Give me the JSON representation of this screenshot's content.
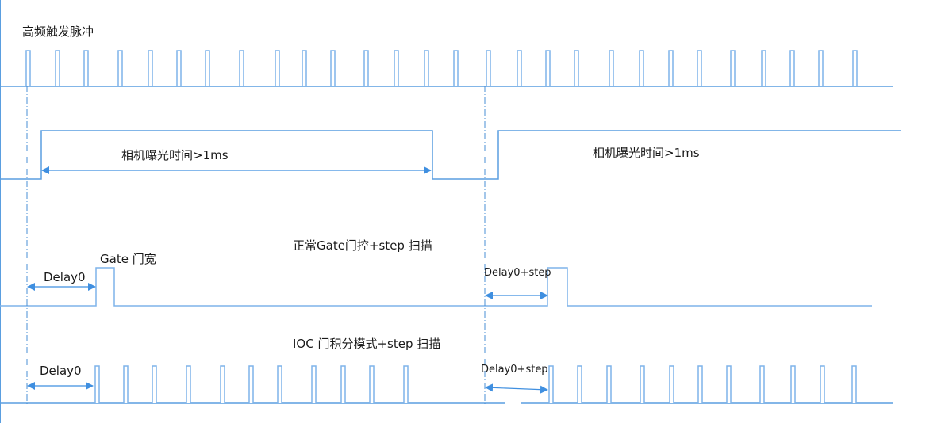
{
  "colors": {
    "signal": "#5a9ee0",
    "pulse": "#7fb3ea",
    "arrow": "#3f8fe0",
    "guide": "#4a8fd6",
    "text": "#1a1a1a"
  },
  "labels": {
    "trigger_title": "高频触发脉冲",
    "exposure_1": "相机曝光时间>1ms",
    "exposure_2": "相机曝光时间>1ms",
    "gate_mode_title": "正常Gate门控+step 扫描",
    "gate_width": "Gate 门宽",
    "gate_delay0": "Delay0",
    "gate_delay_step": "Delay0+step",
    "ioc_mode_title": "IOC 门积分模式+step 扫描",
    "ioc_delay0": "Delay0",
    "ioc_delay_step": "Delay0+step"
  },
  "signals": {
    "trigger_pulses": [
      33,
      70,
      106,
      149,
      187,
      223,
      259,
      302,
      347,
      381,
      417,
      459,
      497,
      535,
      572,
      613,
      652,
      688,
      724,
      768,
      806,
      843,
      879,
      921,
      960,
      996,
      1032,
      1075
    ],
    "exposure_windows": [
      [
        52,
        545
      ],
      [
        628,
        1135
      ]
    ],
    "gate_pulses": [
      [
        121,
        144
      ],
      [
        690,
        715
      ]
    ],
    "ioc_pulses": [
      120,
      156,
      192,
      235,
      278,
      314,
      350,
      393,
      430,
      466,
      509,
      692,
      728,
      765,
      807,
      844,
      880,
      916,
      958,
      997,
      1034,
      1074
    ]
  }
}
